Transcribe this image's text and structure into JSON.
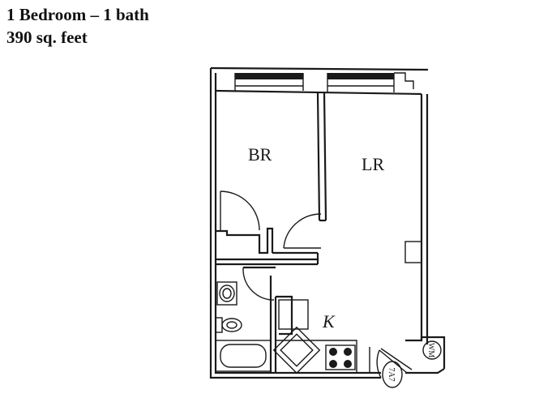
{
  "header": {
    "title": "1 Bedroom – 1 bath",
    "area": "390 sq. feet"
  },
  "rooms": {
    "bedroom": "BR",
    "living_room": "LR",
    "kitchen": "K"
  },
  "fixtures": {
    "washer": "WM",
    "unit_number": "7A7"
  }
}
